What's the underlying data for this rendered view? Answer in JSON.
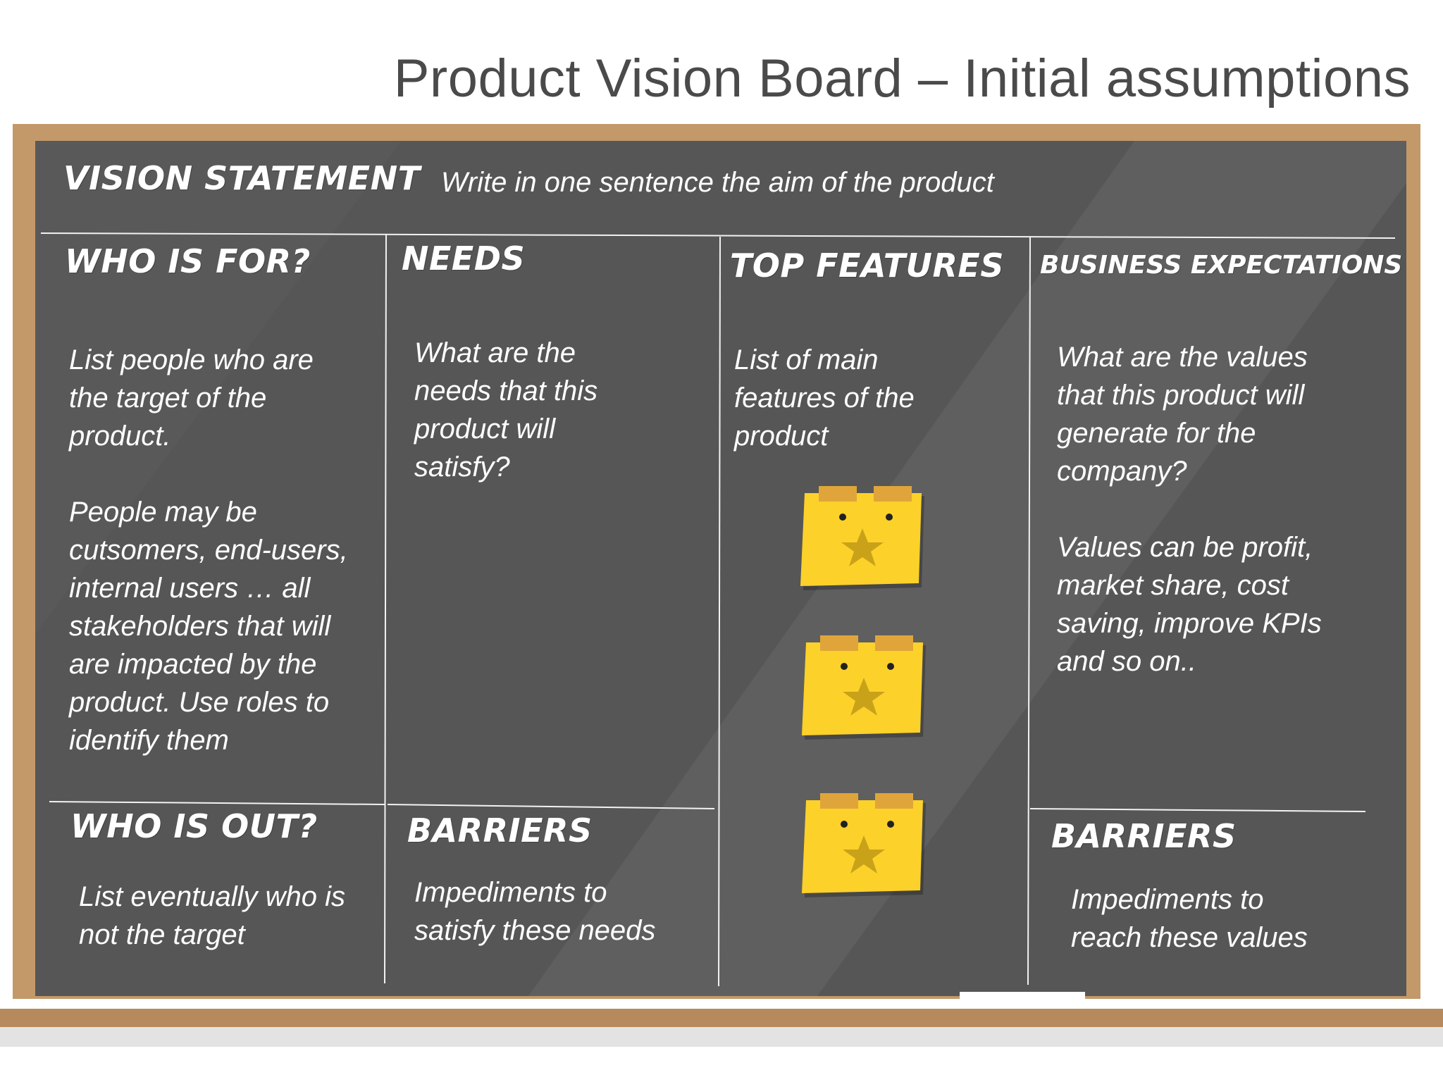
{
  "title": "Product Vision Board – Initial assumptions",
  "vision": {
    "heading": "VISION STATEMENT",
    "text": "Write in one sentence the aim of the product"
  },
  "sections": {
    "who_is_for": {
      "heading": "WHO IS FOR?",
      "text": "List people who are\nthe target of the\nproduct.\n\nPeople may be\ncutsomers, end-users,\ninternal users … all\nstakeholders that will\nare impacted by the\nproduct. Use roles to\nidentify them"
    },
    "needs": {
      "heading": "NEEDS",
      "text": "What are the\nneeds that this\nproduct will\nsatisfy?"
    },
    "top_features": {
      "heading": "TOP FEATURES",
      "text": "List of main\nfeatures of the\nproduct"
    },
    "business_expectations": {
      "heading": "BUSINESS EXPECTATIONS",
      "text": "What are the values\nthat this product will\ngenerate for the\ncompany?\n\nValues can be profit,\nmarket share, cost\nsaving, improve KPIs\nand so on.."
    },
    "who_is_out": {
      "heading": "WHO IS OUT?",
      "text": "List eventually who is\nnot the target"
    },
    "barriers_needs": {
      "heading": "BARRIERS",
      "text": "Impediments to\nsatisfy these needs"
    },
    "barriers_values": {
      "heading": "BARRIERS",
      "text": "Impediments to\nreach these values"
    }
  },
  "sticky_notes": [
    {
      "icon": "star-icon"
    },
    {
      "icon": "star-icon"
    },
    {
      "icon": "star-icon"
    }
  ],
  "colors": {
    "board": "#565656",
    "frame": "#c3996a",
    "note": "#fcd12a",
    "tape": "#e0a53a",
    "star": "#c9a21a",
    "text": "#ffffff",
    "title": "#4a4a4a"
  }
}
